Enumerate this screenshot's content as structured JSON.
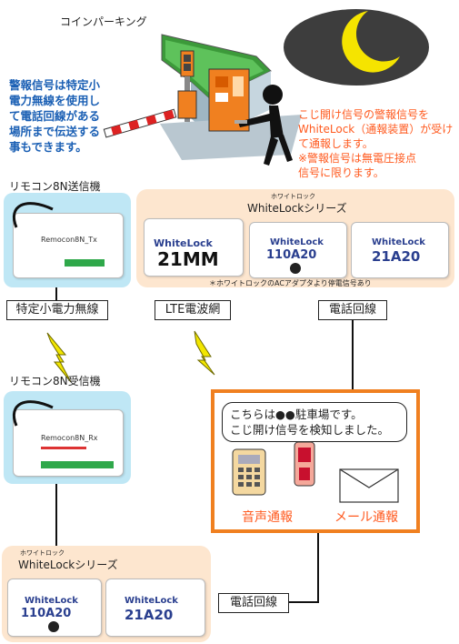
{
  "scene": {
    "parking_label": "コインパーキング",
    "alarm_note": "警報信号は特定小電力無線を使用して電話回線がある場所まで伝送する事もできます。",
    "whitelock_note_line1": "こじ開け信号の警報信号を",
    "whitelock_note_line2": "WhiteLock（通報装置）が受け",
    "whitelock_note_line3": "て通報します。",
    "whitelock_note_line4": "※警報信号は無電圧接点",
    "whitelock_note_line5": "信号に限ります。"
  },
  "transmitter": {
    "title": "リモコン8N送信機",
    "device_label": "Remocon8N_Tx"
  },
  "receiver": {
    "title": "リモコン8N受信機",
    "device_label": "Remocon8N_Rx"
  },
  "top_series": {
    "small_title": "ホワイトロック",
    "title": "WhiteLockシリーズ",
    "footnote": "＊ホワイトロックのACアダプタより停電信号あり",
    "devices": [
      {
        "brand": "WhiteLock",
        "model": "21MM"
      },
      {
        "brand": "WhiteLock",
        "model": "110A20"
      },
      {
        "brand": "WhiteLock",
        "model": "21A20"
      }
    ]
  },
  "bottom_series": {
    "small_title": "ホワイトロック",
    "title": "WhiteLockシリーズ",
    "devices": [
      {
        "brand": "WhiteLock",
        "model": "110A20"
      },
      {
        "brand": "WhiteLock",
        "model": "21A20"
      }
    ]
  },
  "links": {
    "radio": "特定小電力無線",
    "lte": "LTE電波網",
    "phone_top": "電話回線",
    "phone_bottom": "電話回線"
  },
  "notification": {
    "message_line1": "こちらは●●駐車場です。",
    "message_line2": "こじ開け信号を検知しました。",
    "voice": "音声通報",
    "mail": "メール通報"
  },
  "colors": {
    "accent_orange": "#f08020",
    "note_blue": "#1a5fb4",
    "note_red": "#ff5a1f",
    "panel_cyan": "#bfe7f5",
    "panel_peach": "#fde6cf",
    "lightning": "#f2e600"
  }
}
